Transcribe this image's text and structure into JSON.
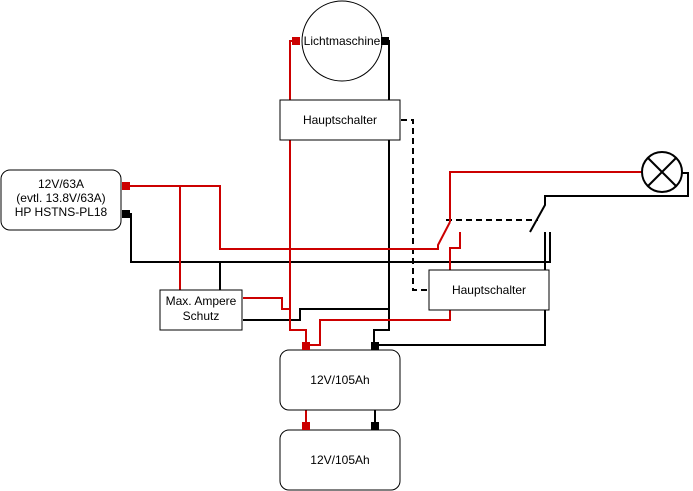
{
  "colors": {
    "positive": "#cc0000",
    "negative": "#000000",
    "box_stroke": "#000000",
    "box_fill": "#ffffff"
  },
  "nodes": {
    "alternator": "Lichtmaschine",
    "main_switch_top": "Hauptschalter",
    "main_switch_right": "Hauptschalter",
    "charger": [
      "12V/63A",
      "(evtl. 13.8V/63A)",
      "HP HSTNS-PL18"
    ],
    "max_ampere_protection": [
      "Max. Ampere",
      "Schutz"
    ],
    "battery_upper": "12V/105Ah",
    "battery_lower": "12V/105Ah"
  },
  "icons": {
    "lamp": "lamp-icon"
  }
}
